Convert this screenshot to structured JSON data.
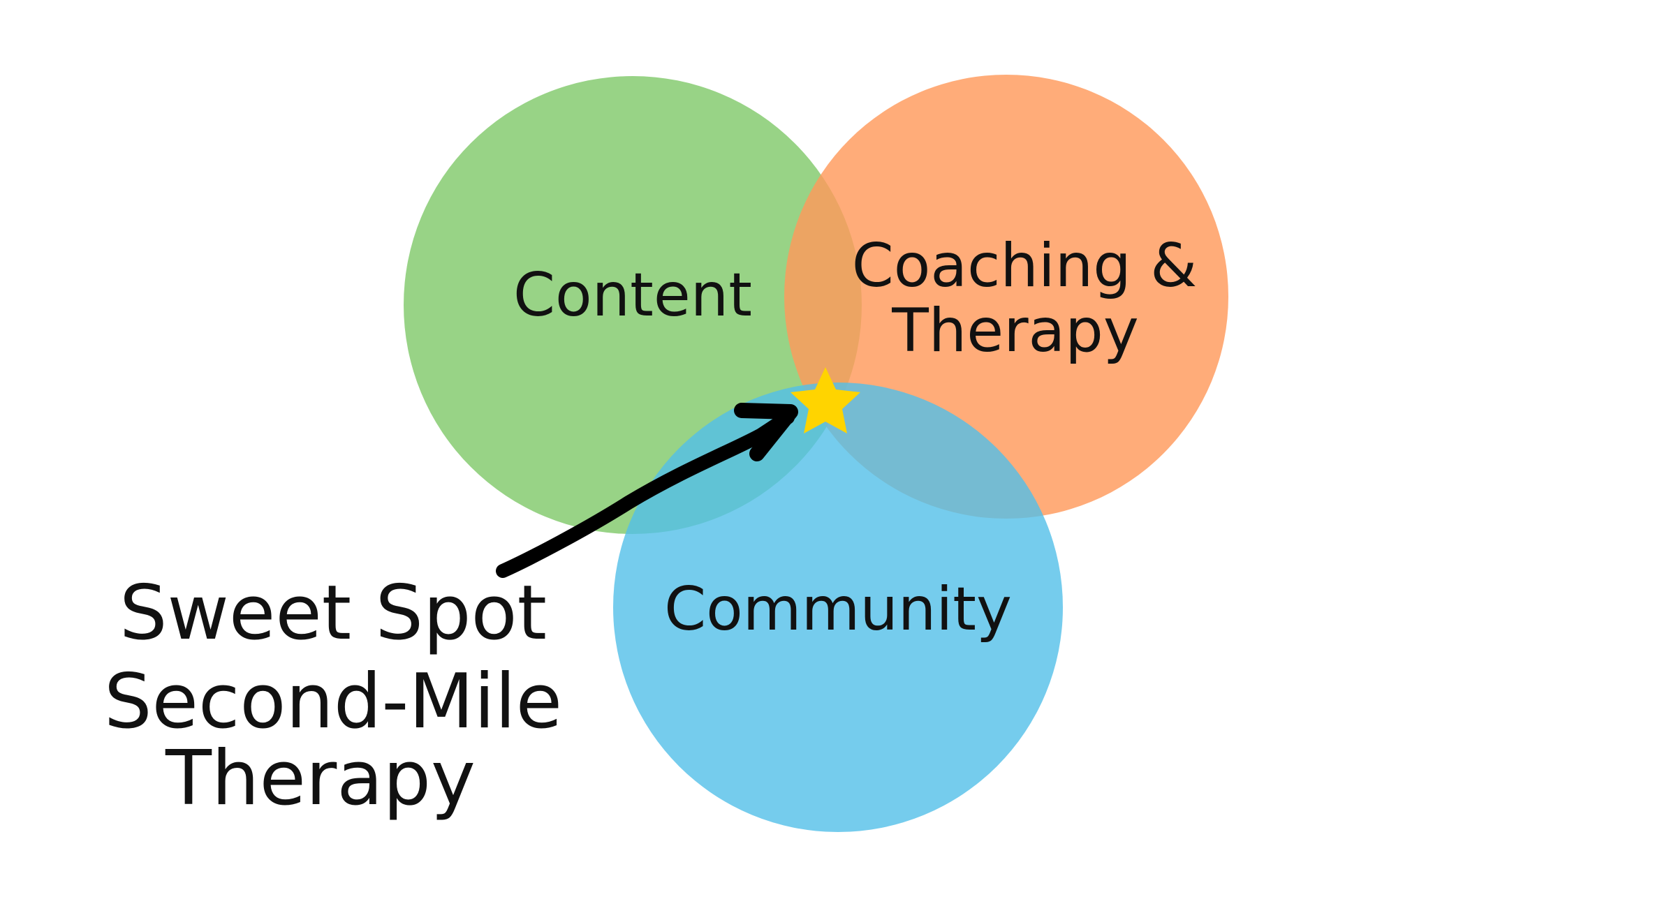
{
  "venn": {
    "content_label": "Content",
    "coaching_line1": "Coaching &",
    "coaching_line2": "Therapy",
    "community_label": "Community"
  },
  "callout": {
    "line1": "Sweet Spot",
    "line2": "Second-Mile",
    "line3": "Therapy"
  },
  "colors": {
    "content_circle": "#8fcf7c",
    "coaching_circle": "#ffa066",
    "community_circle": "#5bc2ea",
    "star": "#ffd400",
    "arrow": "#000000",
    "text": "#111111"
  },
  "icons": {
    "marker": "star-icon",
    "pointer": "arrow-icon"
  }
}
